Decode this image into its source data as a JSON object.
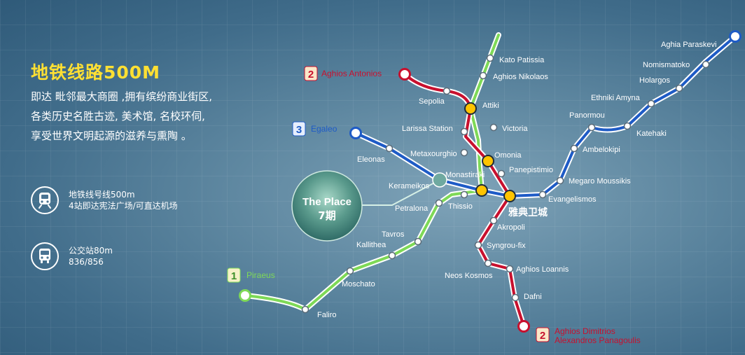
{
  "headline": "地铁线路500M",
  "description": [
    "即达 毗邻最大商圈 ,拥有缤纷商业街区,",
    "各类历史名胜古迹, 美术馆, 名校环伺,",
    "享受世界文明起源的滋养与熏陶 。"
  ],
  "info": [
    {
      "icon": "metro-train-icon",
      "line1": "地铁线号线500m",
      "line2": "4站即达宪法广场/可直达机场"
    },
    {
      "icon": "bus-icon",
      "line1": "公交站80m",
      "line2": "836/856"
    }
  ],
  "place": {
    "line1": "The Place",
    "line2": "7期"
  },
  "colors": {
    "line1": "#7ed957",
    "line2": "#c8102e",
    "line3": "#1e5bc6",
    "headline": "#ffe033"
  },
  "lines": [
    {
      "number": "1",
      "terminal": "Piraeus",
      "color": "#7ed957"
    },
    {
      "number": "2",
      "terminal": "Aghios Antonios",
      "color": "#c8102e"
    },
    {
      "number": "3",
      "terminal": "Egaleo",
      "color": "#1e5bc6"
    }
  ],
  "terminal2_south": {
    "number": "2",
    "line1": "Aghios Dimitrios",
    "line2": "Alexandros Panagoulis"
  },
  "stations": {
    "kato_patissia": "Kato Patissia",
    "aghios_nikolaos": "Aghios Nikolaos",
    "attiki": "Attiki",
    "sepolia": "Sepolia",
    "victoria": "Victoria",
    "larissa": "Larissa Station",
    "metaxourghio": "Metaxourghio",
    "omonia": "Omonia",
    "eleonas": "Eleonas",
    "monastiraki": "Monastiraki",
    "panepistimio": "Panepistimio",
    "kerameikos": "Kerameikos",
    "thissio": "Thissio",
    "petralona": "Petralona",
    "syntagma": "雅典卫城",
    "evangelismos": "Evangelismos",
    "megaro": "Megaro Moussikis",
    "ambelokipi": "Ambelokipi",
    "panormou": "Panormou",
    "katehaki": "Katehaki",
    "ethniki": "Ethniki Amyna",
    "holargos": "Holargos",
    "nomismatoko": "Nomismatoko",
    "aghia_paraskevi": "Aghia Paraskevi",
    "akropoli": "Akropoli",
    "syngrou": "Syngrou-fix",
    "neos_kosmos": "Neos Kosmos",
    "aghios_loannis": "Aghios Loannis",
    "dafni": "Dafni",
    "tavros": "Tavros",
    "kallithea": "Kallithea",
    "moschato": "Moschato",
    "faliro": "Faliro"
  }
}
